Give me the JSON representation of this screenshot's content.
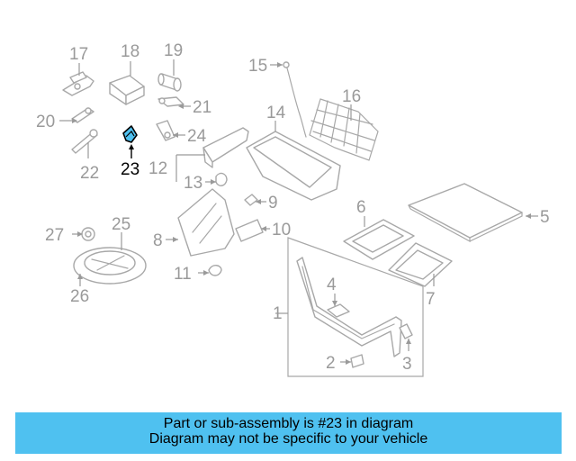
{
  "highlight_color": "#4fc1f0",
  "diagram": {
    "highlighted_part": "23",
    "callouts": [
      "1",
      "2",
      "3",
      "4",
      "5",
      "6",
      "7",
      "8",
      "9",
      "10",
      "11",
      "12",
      "13",
      "14",
      "15",
      "16",
      "17",
      "18",
      "19",
      "20",
      "21",
      "22",
      "23",
      "24",
      "25",
      "26",
      "27"
    ]
  },
  "banner": {
    "line1": "Part or sub-assembly is #23 in diagram",
    "line2": "Diagram may not be specific to your vehicle"
  }
}
